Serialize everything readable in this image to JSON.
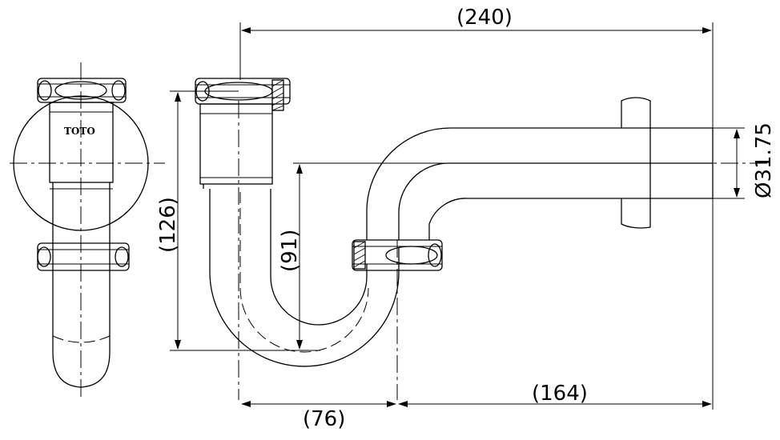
{
  "dimensions": {
    "overall_length": "(240)",
    "height": "(126)",
    "trap_depth": "(91)",
    "outlet_offset": "(76)",
    "arm_length": "(164)",
    "pipe_diameter": "Ø31.75"
  },
  "brand_logo": "TOTO",
  "icons": {
    "arrowhead": "arrowhead-icon"
  }
}
